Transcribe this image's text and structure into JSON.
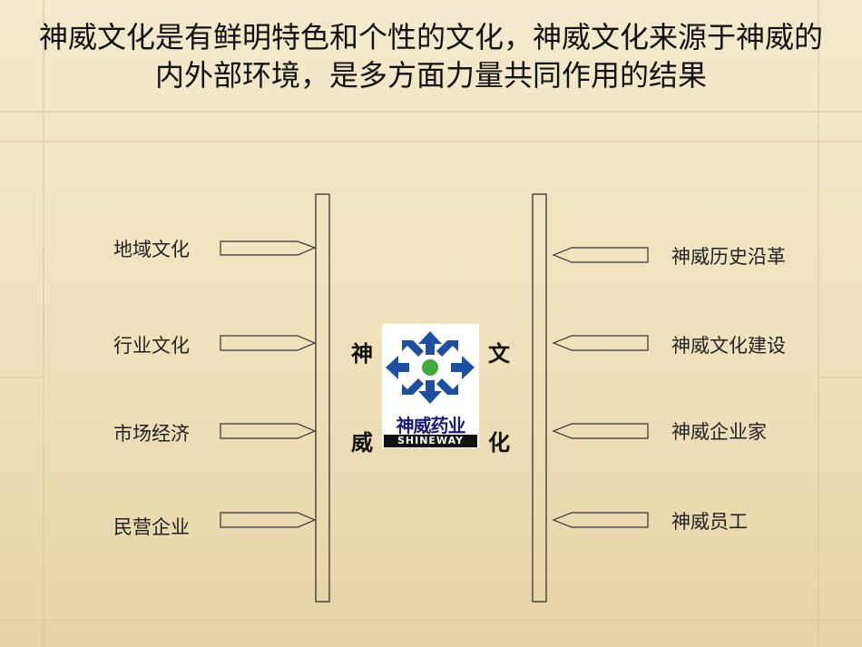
{
  "title": "神威文化是有鲜明特色和个性的文化，神威文化来源于神威的内外部环境，是多方面力量共同作用的结果",
  "left_items": [
    "地域文化",
    "行业文化",
    "市场经济",
    "民营企业"
  ],
  "right_items": [
    "神威历史沿革",
    "神威文化建设",
    "神威企业家",
    "神威员工"
  ],
  "center_chars": {
    "left_top": "神",
    "left_bottom": "威",
    "right_top": "文",
    "right_bottom": "化"
  },
  "logo": {
    "text_cn": "神威药业",
    "text_en": "SHINEWAY",
    "colors": {
      "blue": "#1f4fa0",
      "green": "#3faa3f"
    }
  }
}
